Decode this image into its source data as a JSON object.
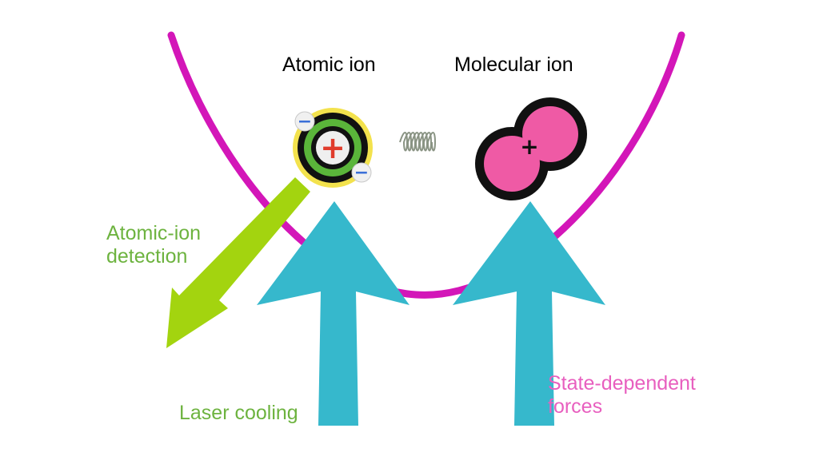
{
  "labels": {
    "atomic_ion": "Atomic ion",
    "molecular_ion": "Molecular ion",
    "detection_line1": "Atomic-ion",
    "detection_line2": "detection",
    "laser_cooling": "Laser cooling",
    "forces_line1": "State-dependent",
    "forces_line2": "forces"
  },
  "symbols": {
    "plus": "+",
    "minus": "−"
  },
  "colors": {
    "trap_potential": "#d316b8",
    "laser_arrow": "#36b8cc",
    "detection_arrow": "#a3d40f",
    "atomic_label": "#000000",
    "detection_label": "#6db33f",
    "forces_label": "#e85fbf",
    "nucleus": "#e03c2c",
    "electron": "#3a6fd8",
    "atom_ring_green": "#5ab53a",
    "atom_ring_yellow": "#f3e24d",
    "molecule_fill": "#ef5aa5",
    "spring": "#8a9484"
  },
  "icons": {
    "atomic_ion": "atom-icon",
    "molecular_ion": "molecule-icon",
    "coupling": "spring-icon"
  }
}
